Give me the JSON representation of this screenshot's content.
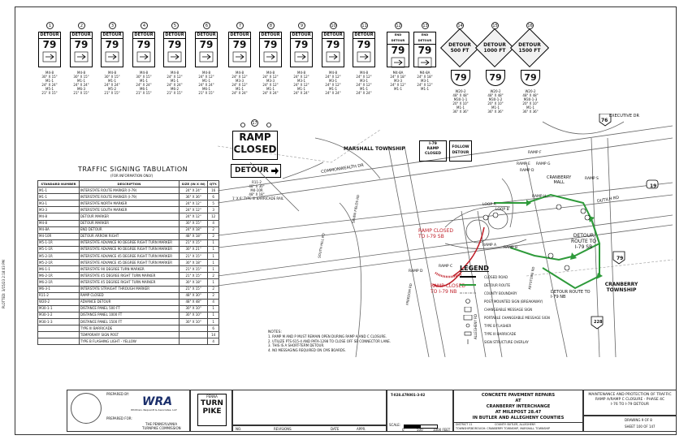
{
  "signs": [
    {
      "num": "1",
      "header": "DETOUR",
      "route": "79",
      "code": "M4-8",
      "spec": "30\" X 15\"\nM1-1\n24\" X 24\"\nM5-1\n21\" X 15\""
    },
    {
      "num": "2",
      "header": "DETOUR",
      "route": "79",
      "code": "M4-8",
      "spec": "30\" X 15\"\nM1-1\n24\" X 24\"\nM6-3\n21\" X 15\""
    },
    {
      "num": "3",
      "header": "DETOUR",
      "route": "79",
      "code": "M4-8",
      "spec": "30\" X 15\"\nM1-1\n24\" X 24\"\nM5-2\n21\" X 15\""
    },
    {
      "num": "4",
      "header": "DETOUR",
      "route": "79",
      "code": "M4-8",
      "spec": "30\" X 15\"\nM1-1\n24\" X 24\"\nM6-1\n21\" X 15\""
    },
    {
      "num": "5",
      "header": "DETOUR",
      "route": "79",
      "code": "M4-8",
      "spec": "24\" X 12\"\nM1-1\n24\" X 24\"\nM6-2\n21\" X 15\""
    },
    {
      "num": "6",
      "header": "DETOUR",
      "route": "79",
      "code": "M4-8",
      "spec": "24\" X 12\"\nM1-1\n24\" X 24\"\nM6-1\n21\" X 15\""
    },
    {
      "num": "7",
      "header": "DETOUR",
      "route": "79",
      "code": "M4-8",
      "spec": "24\" X 12\"\nM3-3\n24\" X 12\"\nM1-1\n24\" X 24\""
    },
    {
      "num": "8",
      "header": "DETOUR",
      "route": "79",
      "code": "M4-8",
      "spec": "24\" X 12\"\nM3-3\n24\" X 12\"\nM1-1\n24\" X 24\""
    },
    {
      "num": "9",
      "header": "DETOUR",
      "route": "79",
      "code": "M4-8",
      "spec": "24\" X 12\"\nM3-1\n24\" X 12\"\nM1-1\n24\" X 24\""
    },
    {
      "num": "10",
      "header": "DETOUR",
      "route": "79",
      "code": "M4-8",
      "spec": "24\" X 12\"\nM3-1\n24\" X 12\"\nM1-1\n24\" X 24\""
    },
    {
      "num": "11",
      "header": "DETOUR",
      "route": "79",
      "code": "M4-8",
      "spec": "24\" X 12\"\nM3-1\n24\" X 12\"\nM1-1\n24\" X 24\""
    },
    {
      "num": "12",
      "header": "END DETOUR",
      "route": "79",
      "code": "M4-8A",
      "spec": "24\" X 18\"\nM3-3\n24\" X 12\"\nM1-1"
    },
    {
      "num": "13",
      "header": "END DETOUR",
      "route": "79",
      "code": "M4-8A",
      "spec": "24\" X 18\"\nM3-1\n24\" X 12\"\nM1-1"
    }
  ],
  "advance_signs": [
    {
      "num": "14",
      "line1": "DETOUR",
      "line2": "500 FT",
      "route": "79",
      "spec": "W20-2\n48\" X 48\"\nM30-1-1\n20\" X 10\"\nM1-1\n36\" X 36\""
    },
    {
      "num": "15",
      "line1": "DETOUR",
      "line2": "1000 FT",
      "route": "79",
      "spec": "W20-2\n48\" X 48\"\nM30-1-2\n20\" X 10\"\nM1-1\n36\" X 36\""
    },
    {
      "num": "16",
      "line1": "DETOUR",
      "line2": "1500 FT",
      "route": "79",
      "spec": "W20-2\n48\" X 48\"\nM30-1-3\n20\" X 10\"\nM1-1\n36\" X 36\""
    }
  ],
  "ramp_sign": {
    "num": "17",
    "line1": "RAMP",
    "line2": "CLOSED",
    "detour": "DETOUR",
    "spec": "R11-2\n48\" X 30\"\nM4-10R\n48\" X 18\"\n1' X 6' TYPE III BARRICADE RAIL"
  },
  "table": {
    "title": "TRAFFIC SIGNING TABULATION",
    "subtitle": "(FOR INFORMATION ONLY)",
    "headers": [
      "STANDARD NUMBER",
      "DESCRIPTION",
      "SIZE (IN X IN)",
      "QTY."
    ],
    "rows": [
      [
        "M1-1",
        "INTERSTATE ROUTE MARKER (I-79)",
        "24\" X 24\"",
        "16"
      ],
      [
        "M1-1",
        "INTERSTATE ROUTE MARKER (I-79)",
        "36\" X 36\"",
        "6"
      ],
      [
        "M3-1",
        "INTERSTATE NORTH MARKER",
        "24\" X 12\"",
        "5"
      ],
      [
        "M3-3",
        "INTERSTATE SOUTH MARKER",
        "24\" X 12\"",
        "3"
      ],
      [
        "M4-8",
        "DETOUR MARKER",
        "24\" X 12\"",
        "12"
      ],
      [
        "M4-8",
        "DETOUR MARKER",
        "30\" X 15\"",
        "4"
      ],
      [
        "M4-8A",
        "END DETOUR",
        "24\" X 18\"",
        "2"
      ],
      [
        "M4-10R",
        "DETOUR ARROW RIGHT",
        "48\" X 18\"",
        "2"
      ],
      [
        "M5-1-1R",
        "INTERSTATE ADVANCE 90 DEGREE RIGHT TURN MARKER",
        "21\" X 15\"",
        "1"
      ],
      [
        "M5-1-1R",
        "INTERSTATE ADVANCE 90 DEGREE RIGHT TURN MARKER",
        "30\" X 21\"",
        "1"
      ],
      [
        "M5-2-1R",
        "INTERSTATE ADVANCE 45 DEGREE RIGHT TURN MARKER",
        "21\" X 15\"",
        "1"
      ],
      [
        "M5-2-1R",
        "INTERSTATE ADVANCE 45 DEGREE RIGHT TURN MARKER",
        "30\" X 18\"",
        "1"
      ],
      [
        "M6-1-1",
        "INTERSTATE 90 DEGREE TURN MARKER",
        "21\" X 15\"",
        "1"
      ],
      [
        "M6-2-1R",
        "INTERSTATE 45 DEGREE RIGHT TURN MARKER",
        "21\" X 15\"",
        "2"
      ],
      [
        "M6-2-1R",
        "INTERSTATE 45 DEGREE RIGHT TURN MARKER",
        "30\" X 18\"",
        "1"
      ],
      [
        "M6-3-1",
        "INTERSTATE STRAIGHT THROUGH MARKER",
        "21\" X 15\"",
        "2"
      ],
      [
        "R11-2",
        "RAMP CLOSED",
        "48\" X 30\"",
        "2"
      ],
      [
        "W20-2",
        "ADVANCE DETOUR",
        "48\" X 48\"",
        "4"
      ],
      [
        "M30-1-1",
        "DISTANCE PANEL 500 FT",
        "30\" X 10\"",
        "1"
      ],
      [
        "M30-1-2",
        "DISTANCE PANEL 1000 FT",
        "30\" X 10\"",
        "1"
      ],
      [
        "M30-1-3",
        "DISTANCE PANEL 1500 FT",
        "30\" X 10\"",
        "1"
      ],
      [
        "",
        "TYPE III BARRICADE",
        "",
        "6"
      ],
      [
        "",
        "TEMPORARY SIGN POST",
        "",
        "14"
      ],
      [
        "",
        "TYPE B FLASHING LIGHT - YELLOW",
        "",
        "4"
      ]
    ]
  },
  "map": {
    "marshall": "MARSHALL TOWNSHIP",
    "cranberry": "CRANBERRY TOWNSHIP",
    "commonwealth": "COMMONWEALTH DR",
    "executive": "EXECUTIVE DR",
    "dutilh": "DUTILH RD",
    "route19": "19",
    "route76": "76",
    "route228": "228",
    "route79": "79",
    "i79_closed": "I-79\nRAMP\nCLOSED",
    "follow": "FOLLOW\nDETOUR",
    "mall": "CRANBERRY\nMALL",
    "ramp_closed_sb": "RAMP CLOSED\nTO I-79 SB",
    "ramp_closed_nb": "RAMP CLOSED\nTO I-79 NB",
    "detour_sb": "DETOUR\nROUTE TO\nI-79 SB",
    "detour_nb": "DETOUR ROUTE TO\nI-79 NB",
    "ramps": [
      "RAMP F",
      "RAMP G",
      "RAMP E",
      "RAMP D",
      "RAMP H",
      "RAMP S",
      "LOOP A",
      "LOOP B",
      "RAMP A",
      "RAMP B",
      "RAMP C",
      "RAMP D"
    ],
    "roads": [
      "SEVEN FIELDS RD",
      "FREEDOM RD",
      "SOUTH HILL RD",
      "ALLEGHENY RD",
      "KEYSTONE RD"
    ]
  },
  "legend": {
    "title": "LEGEND",
    "items": [
      "CLOSED ROAD",
      "DETOUR ROUTE",
      "COUNTY BOUNDARY",
      "POST MOUNTED SIGN (BREAKAWAY)",
      "CHANGEABLE MESSAGE SIGN",
      "PORTABLE CHANGEABLE MESSAGE SIGN",
      "TYPE B FLASHER",
      "TYPE III BARRICADE",
      "SIGN STRUCTURE OVERLAY"
    ]
  },
  "notes": {
    "title": "NOTES:",
    "lines": [
      "1. RAMP M AND P MUST REMAIN OPEN DURING RAMP A AND C CLOSURE.",
      "2. UTILIZE PTS 615-4 AND PATA-1298 TO CLOSE OFF SB CONNECTOR LANE.",
      "3. THIS IS A SHORT-TERM DETOUR.",
      "4. NO MESSAGING REQUIRED ON CMS BOARDS."
    ]
  },
  "title_block": {
    "prepared_by": "PREPARED BY:",
    "wra": "WRA",
    "wra_sub": "Whitman, Requardt & Associates, LLP",
    "prepared_for": "PREPARED FOR:",
    "turnpike_1": "THE PENNSYLVANIA",
    "turnpike_2": "TURNPIKE COMMISSION",
    "penna": "PENNA",
    "turn": "TURN",
    "pike": "PIKE",
    "contract": "T-028.47R001-3-02",
    "project_1": "CONCRETE PAVEMENT REPAIRS",
    "project_2": "AT",
    "project_3": "CRANBERRY INTERCHANGE",
    "project_4": "AT MILEPOST 28.47",
    "project_5": "IN BUTLER AND ALLEGHENY COUNTIES",
    "sheet_title_1": "MAINTENANCE AND PROTECTION OF TRAFFIC",
    "sheet_title_2": "RAMP A/RAMP C CLOSURE - PHASE 4C",
    "sheet_title_3": "I-76 TO I-79 DETOUR",
    "district": "DISTRICT 11",
    "county": "COUNTY: BUTLER, ALLEGHENY",
    "township": "TOWNSHIP/BOROUGH: CRANBERRY TOWNSHIP, MARSHALL TOWNSHIP",
    "drawing": "DRAWING  9  OF  8",
    "sheet": "SHEET  100  OF  147",
    "scale_0": "0",
    "scale_500": "500",
    "scale_1000": "1000 FEET",
    "rev_no": "NO.",
    "rev_desc": "REVISIONS",
    "rev_date": "DATE",
    "rev_appr": "APPR.",
    "scale_label": "SCALE:",
    "side_text": "PLOTTED: 3/15/23  2:18:03 PM"
  }
}
